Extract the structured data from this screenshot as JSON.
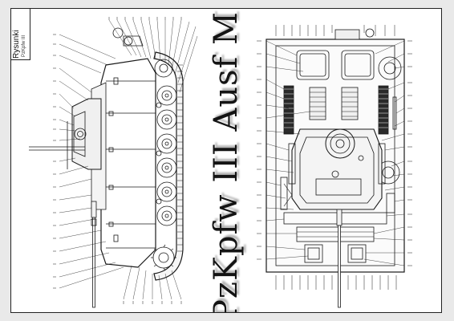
{
  "sheet": {
    "tag_title": "Rysunki",
    "tag_subtitle": "PzKpfw III"
  },
  "title": "PzKpfw III Ausf M",
  "colors": {
    "ink": "#1a1a1a",
    "paper": "#ffffff",
    "background": "#e9e9e9"
  },
  "views": {
    "side_view": {
      "road_wheel_count": 6,
      "return_roller_count": 3
    },
    "top_view": {
      "hatch_count": 2
    }
  },
  "icons": [
    "gun-barrel-icon",
    "track-icon",
    "road-wheel-icon",
    "turret-cupola-icon"
  ]
}
